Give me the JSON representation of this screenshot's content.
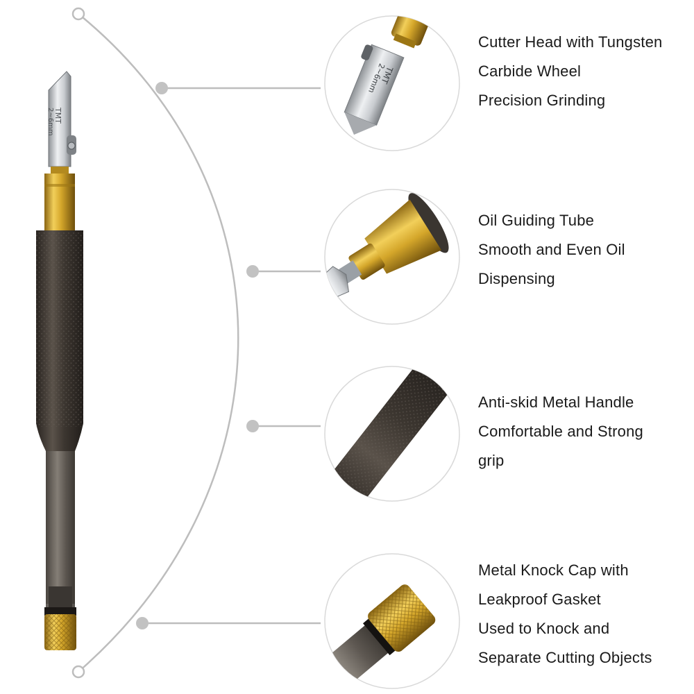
{
  "features": [
    {
      "lines": [
        "Cutter Head with Tungsten",
        "Carbide Wheel",
        "Precision Grinding"
      ]
    },
    {
      "lines": [
        "Oil Guiding Tube",
        "Smooth and Even Oil",
        "Dispensing"
      ]
    },
    {
      "lines": [
        "Anti-skid Metal Handle",
        "Comfortable and Strong",
        "grip"
      ]
    },
    {
      "lines": [
        "Metal Knock Cap with",
        "Leakproof Gasket",
        "Used to Knock and",
        "Separate Cutting Objects"
      ]
    }
  ],
  "blade_marking": [
    "TMT",
    "2~6mm"
  ],
  "colors": {
    "connector_gray": "#bdbdbd",
    "node_gray": "#c2c2c2",
    "brass": "#d4a62a",
    "handle_dark": "#3a3530",
    "steel": "#c9ccd0",
    "text": "#1a1a1a"
  },
  "icons": [
    "glass-cutter-icon",
    "cutter-head-icon",
    "oil-tube-icon",
    "handle-icon",
    "knock-cap-icon"
  ]
}
